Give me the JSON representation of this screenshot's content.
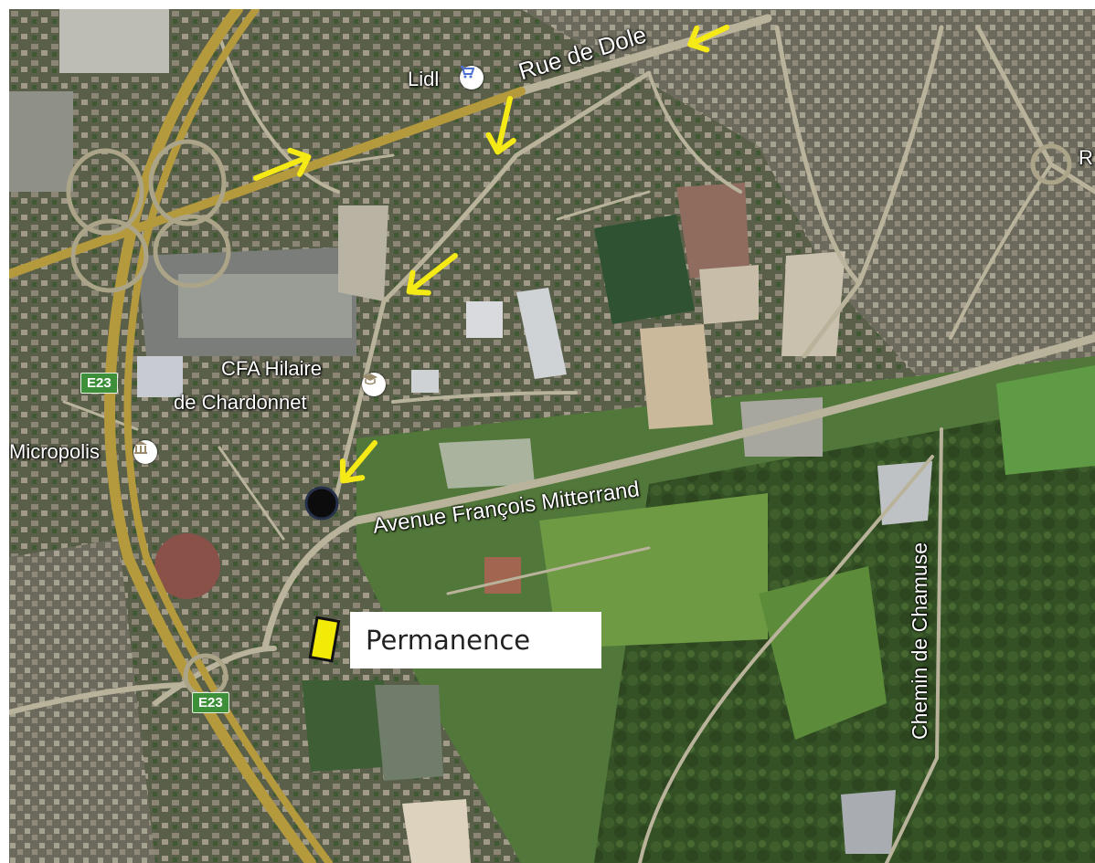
{
  "map": {
    "type": "satellite",
    "colors": {
      "arrow": "#f5ea15",
      "marker": "#f2ea07",
      "road": "#b9b39b",
      "highway": "#b59a3d",
      "field": "#5f8a3a"
    }
  },
  "labels": {
    "rue_de_dole": "Rue de Dole",
    "lidl": "Lidl",
    "cfa_line1": "CFA Hilaire",
    "cfa_line2": "de Chardonnet",
    "micropolis": "Micropolis",
    "avenue": "Avenue François Mitterrand",
    "chemin": "Chemin de Chamuse",
    "edge_r": "R"
  },
  "shields": {
    "top": "E23",
    "bottom": "E23"
  },
  "icons": {
    "lidl": "shopping-cart-icon",
    "cfa": "school-icon",
    "micropolis": "building-icon",
    "destination": "destination-dot-icon",
    "permanence": "permanence-marker-icon"
  },
  "legend": {
    "permanence": "Permanence"
  }
}
